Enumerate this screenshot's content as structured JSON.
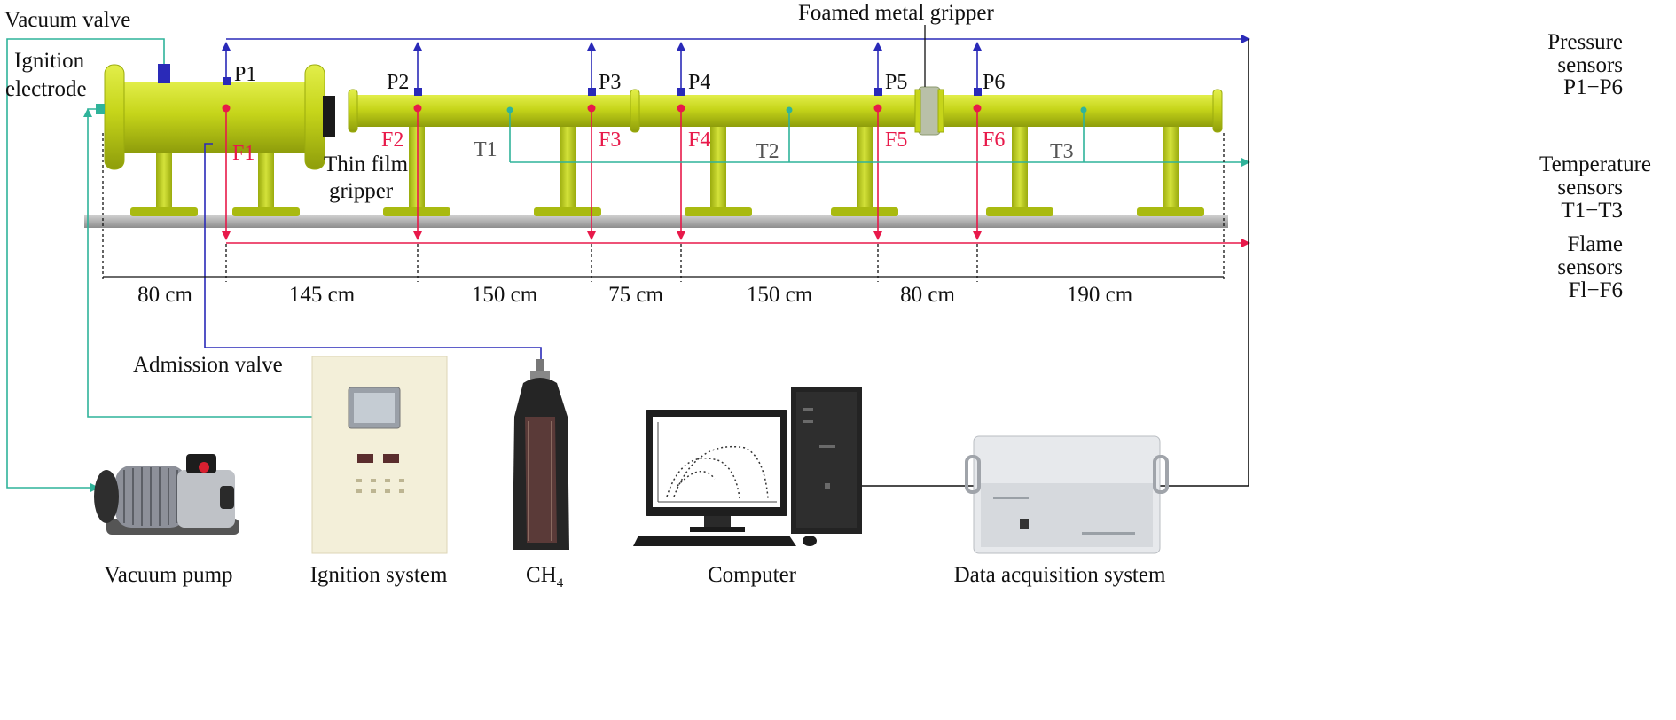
{
  "labels": {
    "vacuum_valve": "Vacuum valve",
    "ignition_electrode_1": "Ignition",
    "ignition_electrode_2": "electrode",
    "foamed_metal_gripper": "Foamed metal gripper",
    "thin_film_gripper_1": "Thin film",
    "thin_film_gripper_2": "gripper",
    "admission_valve": "Admission valve"
  },
  "pressure_sensors": [
    "P1",
    "P2",
    "P3",
    "P4",
    "P5",
    "P6"
  ],
  "flame_sensors": [
    "F1",
    "F2",
    "F3",
    "F4",
    "F5",
    "F6"
  ],
  "temperature_sensors": [
    "T1",
    "T2",
    "T3"
  ],
  "legend": {
    "pressure": [
      "Pressure",
      "sensors",
      "P1−P6"
    ],
    "temperature": [
      "Temperature",
      "sensors",
      "T1−T3"
    ],
    "flame": [
      "Flame",
      "sensors",
      "Fl−F6"
    ]
  },
  "dimensions": [
    "80 cm",
    "145 cm",
    "150 cm",
    "75 cm",
    "150 cm",
    "80 cm",
    "190 cm"
  ],
  "equipment": {
    "vacuum_pump": "Vacuum pump",
    "ignition_system": "Ignition system",
    "ch4": "CH",
    "ch4_sub": "4",
    "computer": "Computer",
    "daq": "Data acquisition system"
  },
  "colors": {
    "pipe": "#c6d51a",
    "pipe_dark": "#9aab0e",
    "rail": "#a8a8a8",
    "pressure_line": "#2a2ab8",
    "flame_line": "#e8194a",
    "temp_line": "#2fb39a",
    "vacuum_line": "#2fb39a"
  }
}
